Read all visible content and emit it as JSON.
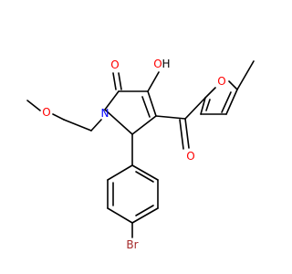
{
  "molecule": {
    "atoms": {
      "hydroxyl_O": "O",
      "hydroxyl_H": "H",
      "ketone_O": "O",
      "ring_N": "N",
      "ether_O": "O",
      "furan_O": "O",
      "carbonyl_O": "O",
      "bromine": "Br"
    },
    "colors": {
      "oxygen": "#ff0000",
      "nitrogen": "#0000ff",
      "bromine": "#a52a2a",
      "hydrogen": "#000000",
      "bond": "#000000"
    }
  }
}
